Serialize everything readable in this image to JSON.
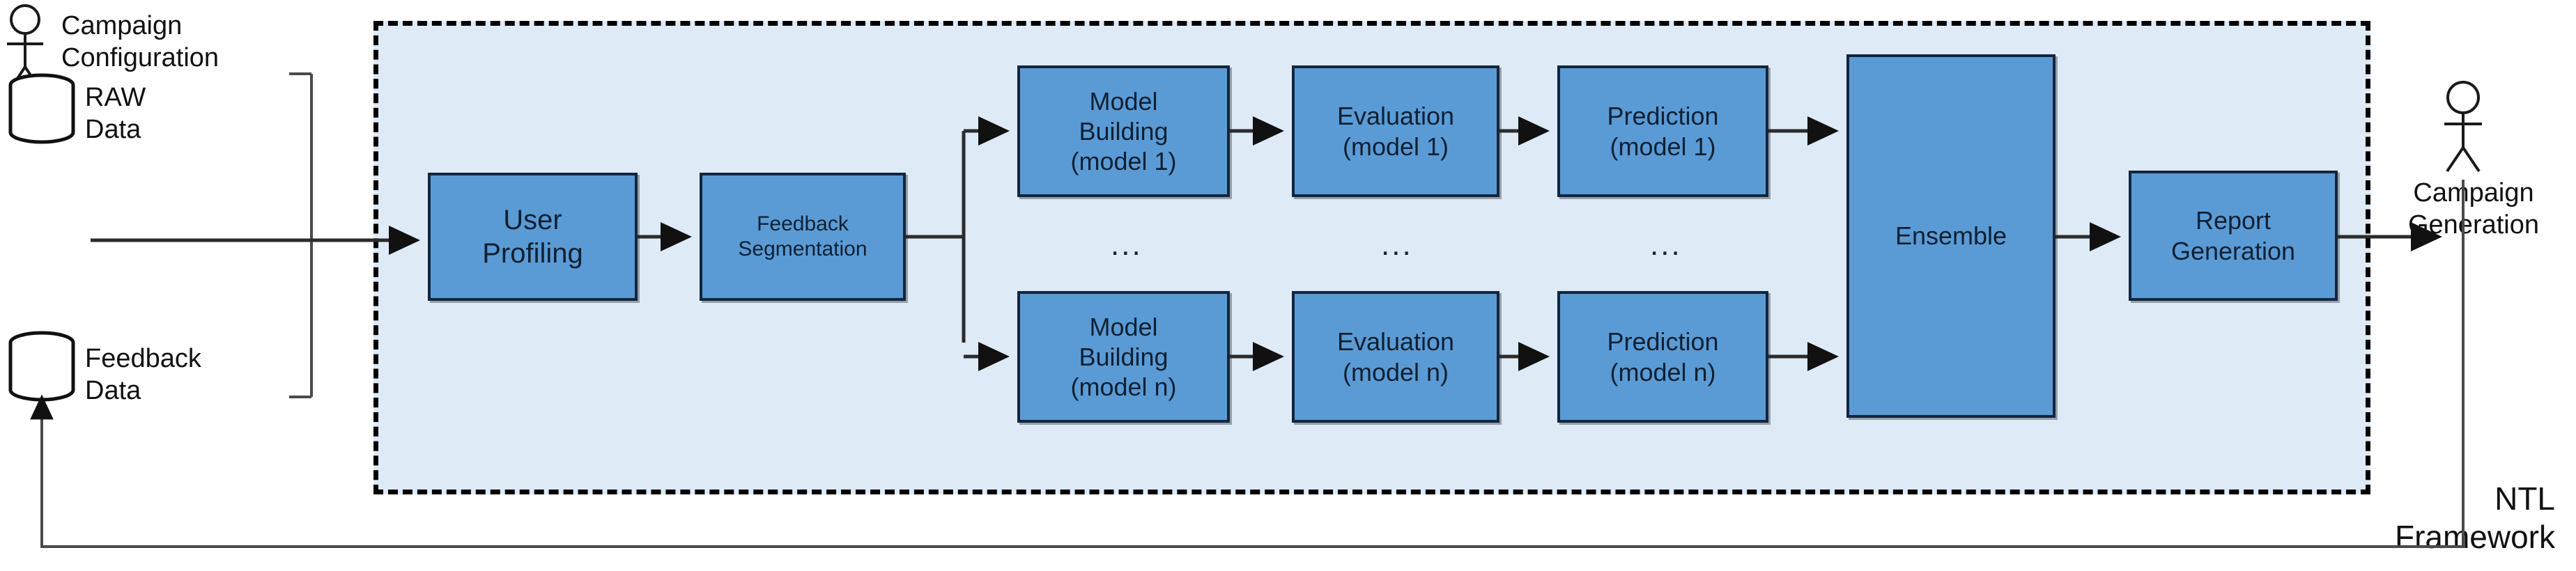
{
  "diagram": {
    "title": "NTL Framework pipeline",
    "framework_label": "NTL\nFramework",
    "colors": {
      "box_fill": "#5B9BD5",
      "box_border": "#12263F",
      "frame_fill": "#DEEAF6",
      "frame_border": "#000000",
      "line": "#2b2b2b"
    }
  },
  "actors": [
    {
      "id": "campaign-configuration",
      "label": "Campaign\nConfiguration",
      "icon": "stick-figure-actor-icon"
    },
    {
      "id": "campaign-generation",
      "label": "Campaign\nGeneration",
      "icon": "stick-figure-actor-icon"
    }
  ],
  "datastores": [
    {
      "id": "raw-data",
      "label": "RAW\nData",
      "icon": "database-cylinder-icon"
    },
    {
      "id": "feedback-data",
      "label": "Feedback\nData",
      "icon": "database-cylinder-icon"
    }
  ],
  "nodes": {
    "user_profiling": "User\nProfiling",
    "feedback_segmentation": "Feedback\nSegmentation",
    "model_building_1": "Model\nBuilding\n(model 1)",
    "evaluation_1": "Evaluation\n(model 1)",
    "prediction_1": "Prediction\n(model 1)",
    "model_building_n": "Model\nBuilding\n(model n)",
    "evaluation_n": "Evaluation\n(model n)",
    "prediction_n": "Prediction\n(model n)",
    "ensemble": "Ensemble",
    "report_generation": "Report\nGeneration"
  },
  "ellipses": {
    "model_building": "...",
    "evaluation": "...",
    "prediction": "..."
  }
}
